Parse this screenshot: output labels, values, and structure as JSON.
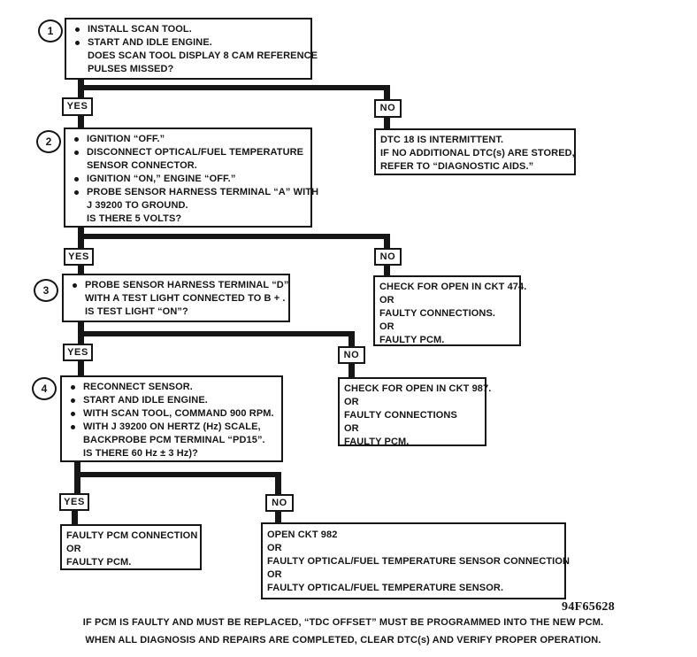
{
  "palette": {
    "ink": "#161616",
    "paper": "#ffffff"
  },
  "labels": {
    "yes": "YES",
    "no": "NO"
  },
  "steps": [
    {
      "number": "1",
      "lines": [
        {
          "b": true,
          "t": "INSTALL SCAN TOOL."
        },
        {
          "b": true,
          "t": "START AND IDLE ENGINE."
        },
        {
          "b": false,
          "t": "DOES SCAN TOOL DISPLAY 8 CAM REFERENCE"
        },
        {
          "b": false,
          "t": "PULSES MISSED?"
        }
      ]
    },
    {
      "number": "2",
      "lines": [
        {
          "b": true,
          "t": "IGNITION “OFF.”"
        },
        {
          "b": true,
          "t": "DISCONNECT OPTICAL/FUEL TEMPERATURE"
        },
        {
          "b": false,
          "t": "SENSOR CONNECTOR."
        },
        {
          "b": true,
          "t": "IGNITION “ON,” ENGINE “OFF.”"
        },
        {
          "b": true,
          "t": "PROBE SENSOR HARNESS TERMINAL “A” WITH"
        },
        {
          "b": false,
          "t": "J 39200 TO GROUND."
        },
        {
          "b": false,
          "t": "IS THERE 5 VOLTS?"
        }
      ]
    },
    {
      "number": "3",
      "lines": [
        {
          "b": true,
          "t": "PROBE SENSOR HARNESS TERMINAL “D”"
        },
        {
          "b": false,
          "t": "WITH A TEST LIGHT CONNECTED TO B + ."
        },
        {
          "b": false,
          "t": "IS TEST LIGHT “ON”?"
        }
      ]
    },
    {
      "number": "4",
      "lines": [
        {
          "b": true,
          "t": "RECONNECT SENSOR."
        },
        {
          "b": true,
          "t": "START AND IDLE ENGINE."
        },
        {
          "b": true,
          "t": "WITH SCAN TOOL, COMMAND 900 RPM."
        },
        {
          "b": true,
          "t": "WITH J 39200 ON HERTZ (Hz) SCALE,"
        },
        {
          "b": false,
          "t": "BACKPROBE PCM TERMINAL “PD15”."
        },
        {
          "b": false,
          "t": "IS THERE 60 Hz ± 3 Hz)?"
        }
      ]
    }
  ],
  "results": {
    "intermittent": [
      "DTC 18 IS INTERMITTENT.",
      "IF NO ADDITIONAL DTC(s) ARE STORED,",
      "REFER TO “DIAGNOSTIC AIDS.”"
    ],
    "ckt474": [
      "CHECK FOR OPEN IN CKT 474.",
      "OR",
      "FAULTY CONNECTIONS.",
      "OR",
      "FAULTY PCM."
    ],
    "ckt987": [
      "CHECK FOR OPEN IN CKT 987.",
      "OR",
      "FAULTY CONNECTIONS",
      "OR",
      "FAULTY PCM."
    ],
    "faulty_pcm": [
      "FAULTY PCM CONNECTION",
      "OR",
      "FAULTY PCM."
    ],
    "ckt982": [
      "OPEN CKT 982",
      "OR",
      "FAULTY OPTICAL/FUEL TEMPERATURE SENSOR CONNECTION",
      "OR",
      "FAULTY OPTICAL/FUEL TEMPERATURE SENSOR."
    ]
  },
  "doc_number": "94F65628",
  "footer": {
    "line1": "IF PCM IS FAULTY AND MUST BE REPLACED, “TDC OFFSET” MUST BE PROGRAMMED INTO THE NEW PCM.",
    "line2": "WHEN ALL DIAGNOSIS AND REPAIRS ARE COMPLETED, CLEAR DTC(s) AND VERIFY PROPER OPERATION."
  }
}
